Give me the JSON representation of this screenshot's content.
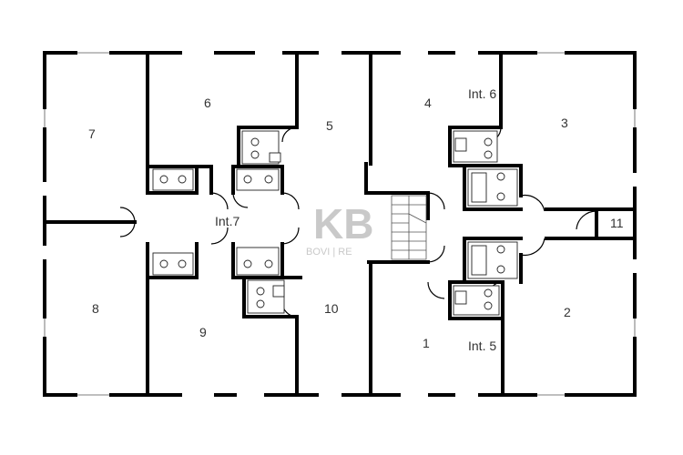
{
  "rooms": {
    "r1": "1",
    "r2": "2",
    "r3": "3",
    "r4": "4",
    "r5": "5",
    "r6": "6",
    "r7": "7",
    "r8": "8",
    "r9": "9",
    "r10": "10",
    "r11": "11"
  },
  "corridors": {
    "int5": "Int. 5",
    "int6": "Int. 6",
    "int7": "Int.7"
  },
  "watermark": {
    "logo": "KB",
    "text": "BOVI | RE"
  }
}
